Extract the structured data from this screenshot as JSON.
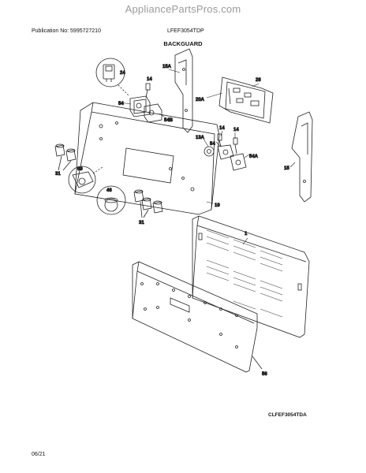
{
  "header": {
    "site": "AppliancePartsPros.com",
    "publication": "Publication No: 5995727210",
    "model": "LFEF3054TDP",
    "section_title": "BACKGUARD"
  },
  "footer": {
    "figure_code": "CLFEF3054TDA",
    "date": "06/21"
  },
  "callouts": {
    "c24": "24",
    "c14a": "14",
    "c15a": "15A",
    "c26": "26",
    "c20a": "20A",
    "c54": "54",
    "c54b": "54B",
    "c14b": "14",
    "c14c": "14",
    "c13a": "13A",
    "c54b2": "54",
    "c54a": "54A",
    "c15": "15",
    "c31a": "31",
    "c69": "69",
    "c46": "46",
    "c31b": "31",
    "c19": "19",
    "c1": "1",
    "c56": "56"
  }
}
